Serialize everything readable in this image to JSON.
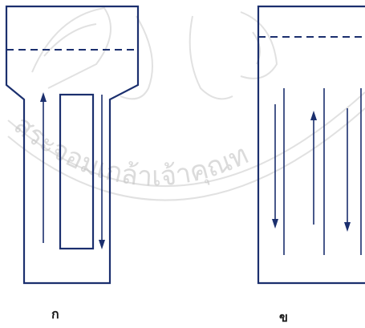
{
  "panels": [
    {
      "label": "ก"
    },
    {
      "label": "ข"
    }
  ],
  "watermark": {
    "text": "สระจอมเกล้าเจ้าคุณท"
  },
  "colors": {
    "line": "#1b2f6e",
    "watermark": "#c9c9c9"
  }
}
